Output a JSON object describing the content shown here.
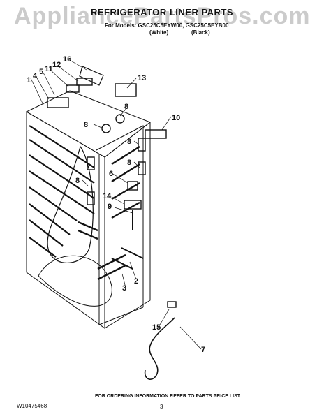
{
  "watermark": "AppliancePartsPros.com",
  "title": "REFRIGERATOR LINER PARTS",
  "models_line": "For Models: GSC25C5EYW00, GSC25C5EYB00",
  "variants": {
    "white": "(White)",
    "black": "(Black)"
  },
  "callouts": {
    "c1": "1",
    "c2": "2",
    "c3": "3",
    "c4": "4",
    "c5": "5",
    "c6": "6",
    "c7": "7",
    "c8a": "8",
    "c8b": "8",
    "c8c": "8",
    "c8d": "8",
    "c8e": "8",
    "c9": "9",
    "c10": "10",
    "c11": "11",
    "c12": "12",
    "c13": "13",
    "c14": "14",
    "c15": "15",
    "c16": "16"
  },
  "footer": {
    "doc_number": "W10475468",
    "ordering_note": "FOR ORDERING INFORMATION REFER TO PARTS PRICE LIST",
    "page": "3"
  }
}
